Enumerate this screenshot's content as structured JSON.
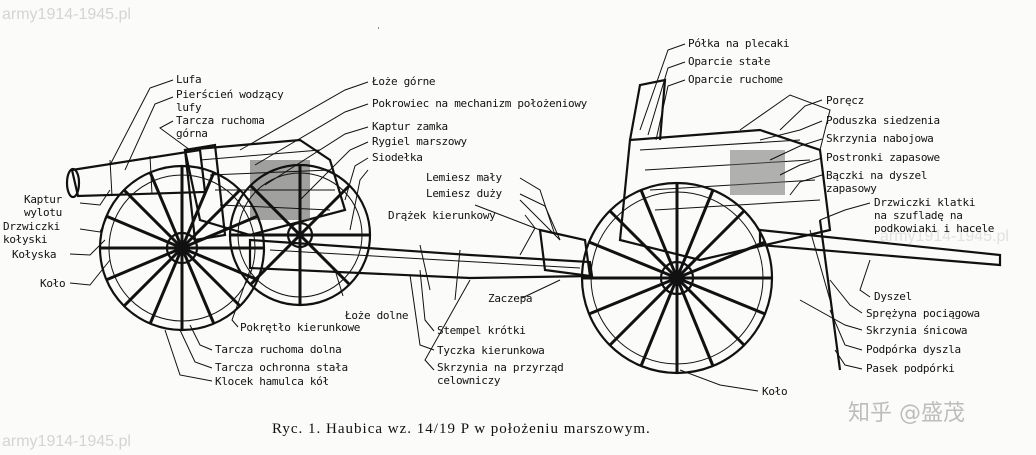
{
  "watermarks": {
    "top_left": "army1914-1945.pl",
    "bottom_left": "army1914-1945.pl",
    "right_faint": "army1914-1945.pl",
    "zhihu": "知乎 @盛茂"
  },
  "caption": "Ryc. 1. Haubica wz. 14/19 P w położeniu marszowym.",
  "labels": {
    "lufa": "Lufa",
    "pierscien": "Pierścień wodzący\nlufy",
    "tarcza_gorna": "Tarcza ruchoma\ngórna",
    "kaptur_wylotu": "Kaptur\nwylotu",
    "drzwiczki_kolyski": "Drzwiczki\nkołyski",
    "kolyska": "Kołyska",
    "kolo_left": "Koło",
    "loze_gorne": "Łoże górne",
    "pokrowiec": "Pokrowiec na mechanizm położeniowy",
    "kaptur_zamka": "Kaptur zamka",
    "rygiel": "Rygiel marszowy",
    "siodelka": "Siodełka",
    "lemiesz_maly": "Lemiesz mały",
    "lemiesz_duzy": "Lemiesz duży",
    "drazek": "Drążek kierunkowy",
    "loze_dolne": "Łoże dolne",
    "pokretlo": "Pokrętło kierunkowe",
    "tarcza_dolna": "Tarcza ruchoma dolna",
    "tarcza_stala": "Tarcza ochronna stała",
    "klocek": "Klocek hamulca kół",
    "zaczepa": "Zaczepa",
    "stempel": "Stempel krótki",
    "tyczka": "Tyczka kierunkowa",
    "skrzynia_przyrzad": "Skrzynia na przyrząd\ncelowniczy",
    "kolo_right": "Koło",
    "polka": "Półka na plecaki",
    "oparcie_stale": "Oparcie stałe",
    "oparcie_ruchome": "Oparcie ruchome",
    "porecz": "Poręcz",
    "poduszka": "Poduszka siedzenia",
    "skrzynia_nabojowa": "Skrzynia nabojowa",
    "postronki": "Postronki zapasowe",
    "baczki": "Bączki na dyszel\nzapasowy",
    "drzwiczki_klatki": "Drzwiczki klatki\nna szufladę na\npodkowiaki i hacele",
    "dyszel": "Dyszel",
    "sprezyna": "Sprężyna pociągowa",
    "skrzynia_snicowa": "Skrzynia śnicowa",
    "podporka": "Podpórka dyszla",
    "pasek": "Pasek podpórki"
  }
}
